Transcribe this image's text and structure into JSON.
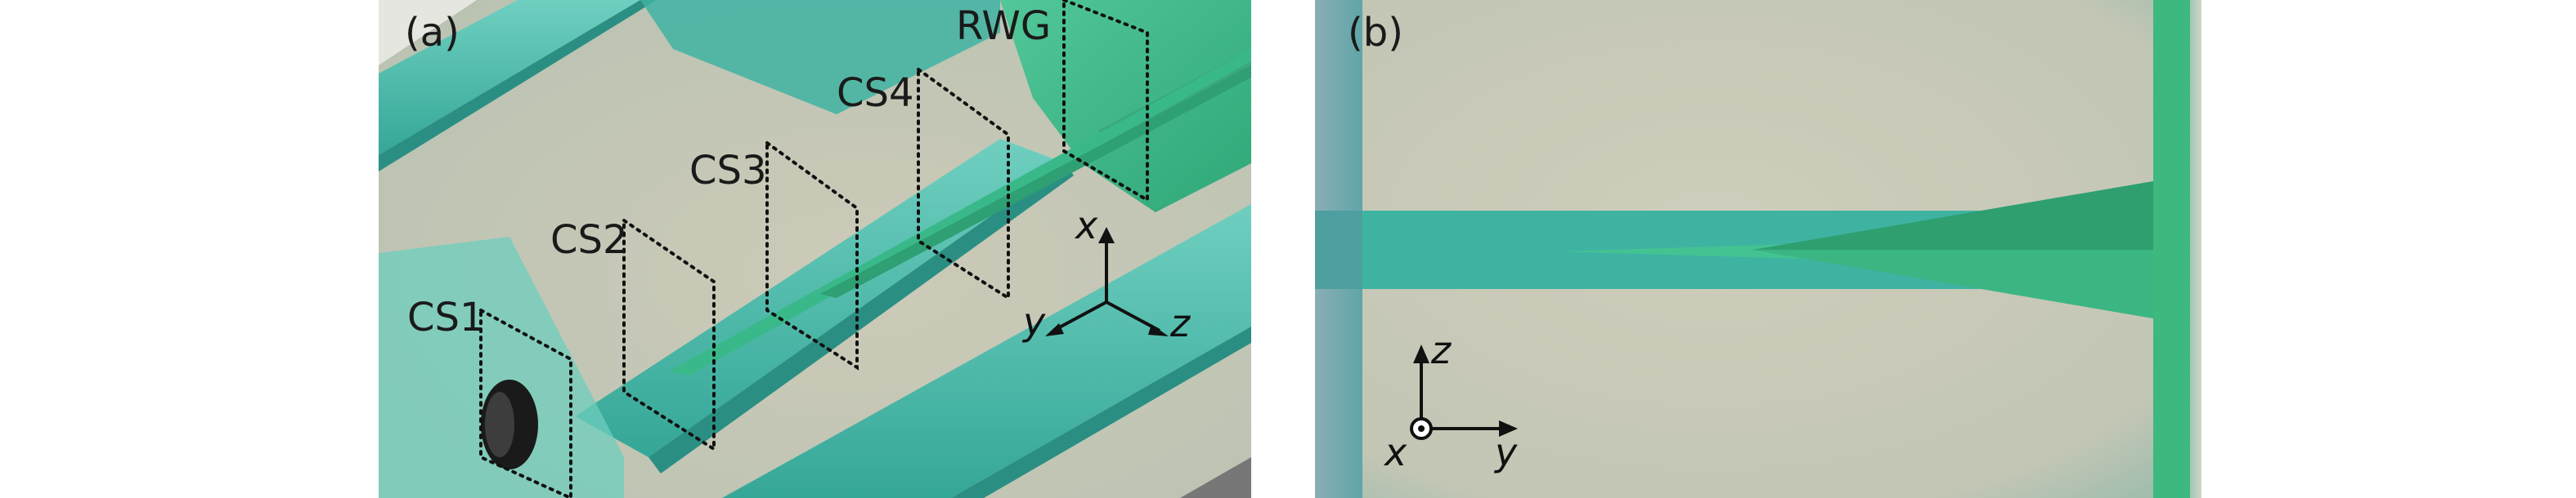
{
  "panel_a": {
    "label": "(a)",
    "sections": [
      "CS1",
      "CS2",
      "CS3",
      "CS4"
    ],
    "waveguide_label": "RWG",
    "axes": {
      "x": "x",
      "y": "y",
      "z": "z"
    }
  },
  "panel_b": {
    "label": "(b)",
    "axes": {
      "z": "z",
      "x": "x",
      "y": "y"
    }
  },
  "colors": {
    "teal": "#3fb3a2",
    "teal_light": "#66c8b8",
    "teal_dark": "#2a8f82",
    "green": "#3dbb86",
    "floor": "#c8c5b4",
    "frame_edge": "#777777"
  }
}
